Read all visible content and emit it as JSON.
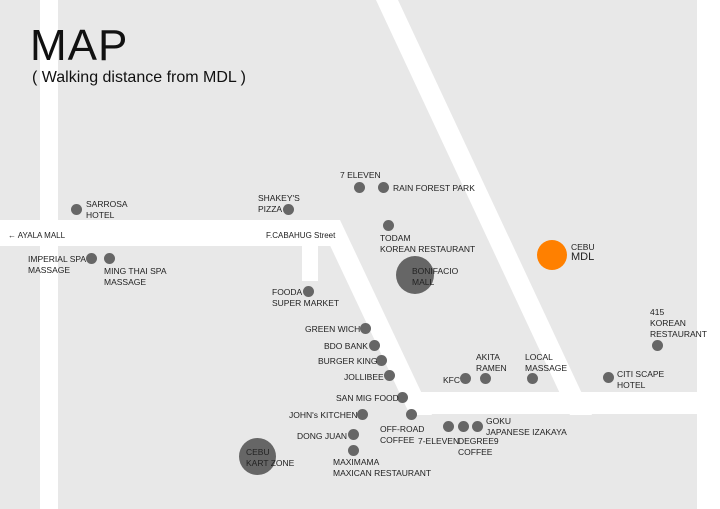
{
  "header": {
    "title": "MAP",
    "subtitle": "( Walking distance from MDL )"
  },
  "streets": {
    "ayala": "← AYALA MALL",
    "cabahug": "F.CABAHUG Street"
  },
  "places": {
    "seven_eleven_top": "7 ELEVEN",
    "rain_forest_park": "RAIN FOREST PARK",
    "shakeys": "SHAKEY'S\nPIZZA",
    "sarrosa": "SARROSA\nHOTEL",
    "todam": "TODAM\nKOREAN RESTAURANT",
    "imperial_spa": "IMPERIAL SPA\nMASSAGE",
    "ming_thai": "MING THAI SPA\nMASSAGE",
    "bonifacio": "BONIFACIO\nMALL",
    "cebu_mdl_small": "CEBU",
    "cebu_mdl_big": "MDL",
    "fooda": "FOODA\nSUPER MARKET",
    "green_wich": "GREEN WICH",
    "bdo": "BDO BANK",
    "burger_king": "BURGER KING",
    "jollibee": "JOLLIBEE",
    "san_mig": "SAN MIG FOOD",
    "johns_kitchen": "JOHN's KITCHEN",
    "dong_juan": "DONG JUAN",
    "maximama": "MAXIMAMA\nMAXICAN RESTAURANT",
    "cebu_kart": "CEBU\nKART ZONE",
    "off_road": "OFF-ROAD\nCOFFEE",
    "seven_eleven_bottom": "7-ELEVEN",
    "degree9": "DEGREE9\nCOFFEE",
    "goku": "GOKU\nJAPANESE IZAKAYA",
    "kfc": "KFC",
    "akita": "AKITA\nRAMEN",
    "local_massage": "LOCAL\nMASSAGE",
    "citi_scape": "CITI SCAPE\nHOTEL",
    "korean_415": "415\nKOREAN\nRESTAURANT"
  },
  "colors": {
    "background": "#e8e8e8",
    "road": "#ffffff",
    "marker": "#666666",
    "mdl_marker": "#ff8000"
  }
}
